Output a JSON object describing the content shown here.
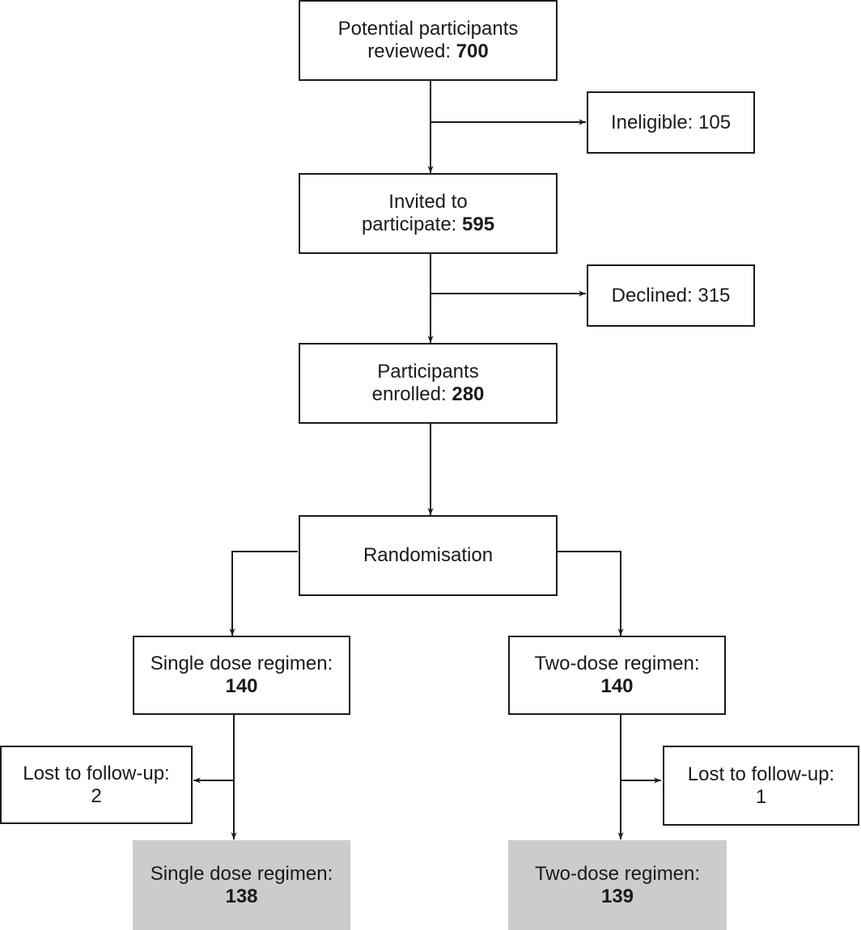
{
  "flow": {
    "reviewed": {
      "line1": "Potential participants",
      "line2": "reviewed: ",
      "count": "700"
    },
    "ineligible": {
      "label": "Ineligible: ",
      "count": "105"
    },
    "invited": {
      "line1": "Invited to",
      "line2": "participate: ",
      "count": "595"
    },
    "declined": {
      "label": "Declined: ",
      "count": "315"
    },
    "enrolled": {
      "line1": "Participants",
      "line2": "enrolled: ",
      "count": "280"
    },
    "randomisation": {
      "label": "Randomisation"
    },
    "single_dose": {
      "label": "Single dose regimen:",
      "count": "140"
    },
    "two_dose": {
      "label": "Two-dose regimen:",
      "count": "140"
    },
    "lost_single": {
      "label": "Lost to follow-up:",
      "count": "2"
    },
    "lost_two": {
      "label": "Lost to follow-up:",
      "count": "1"
    },
    "final_single": {
      "label": "Single dose regimen:",
      "count": "138"
    },
    "final_two": {
      "label": "Two-dose regimen:",
      "count": "139"
    }
  },
  "colors": {
    "stroke": "#1a1a1a",
    "final_fill": "#cccccc"
  }
}
